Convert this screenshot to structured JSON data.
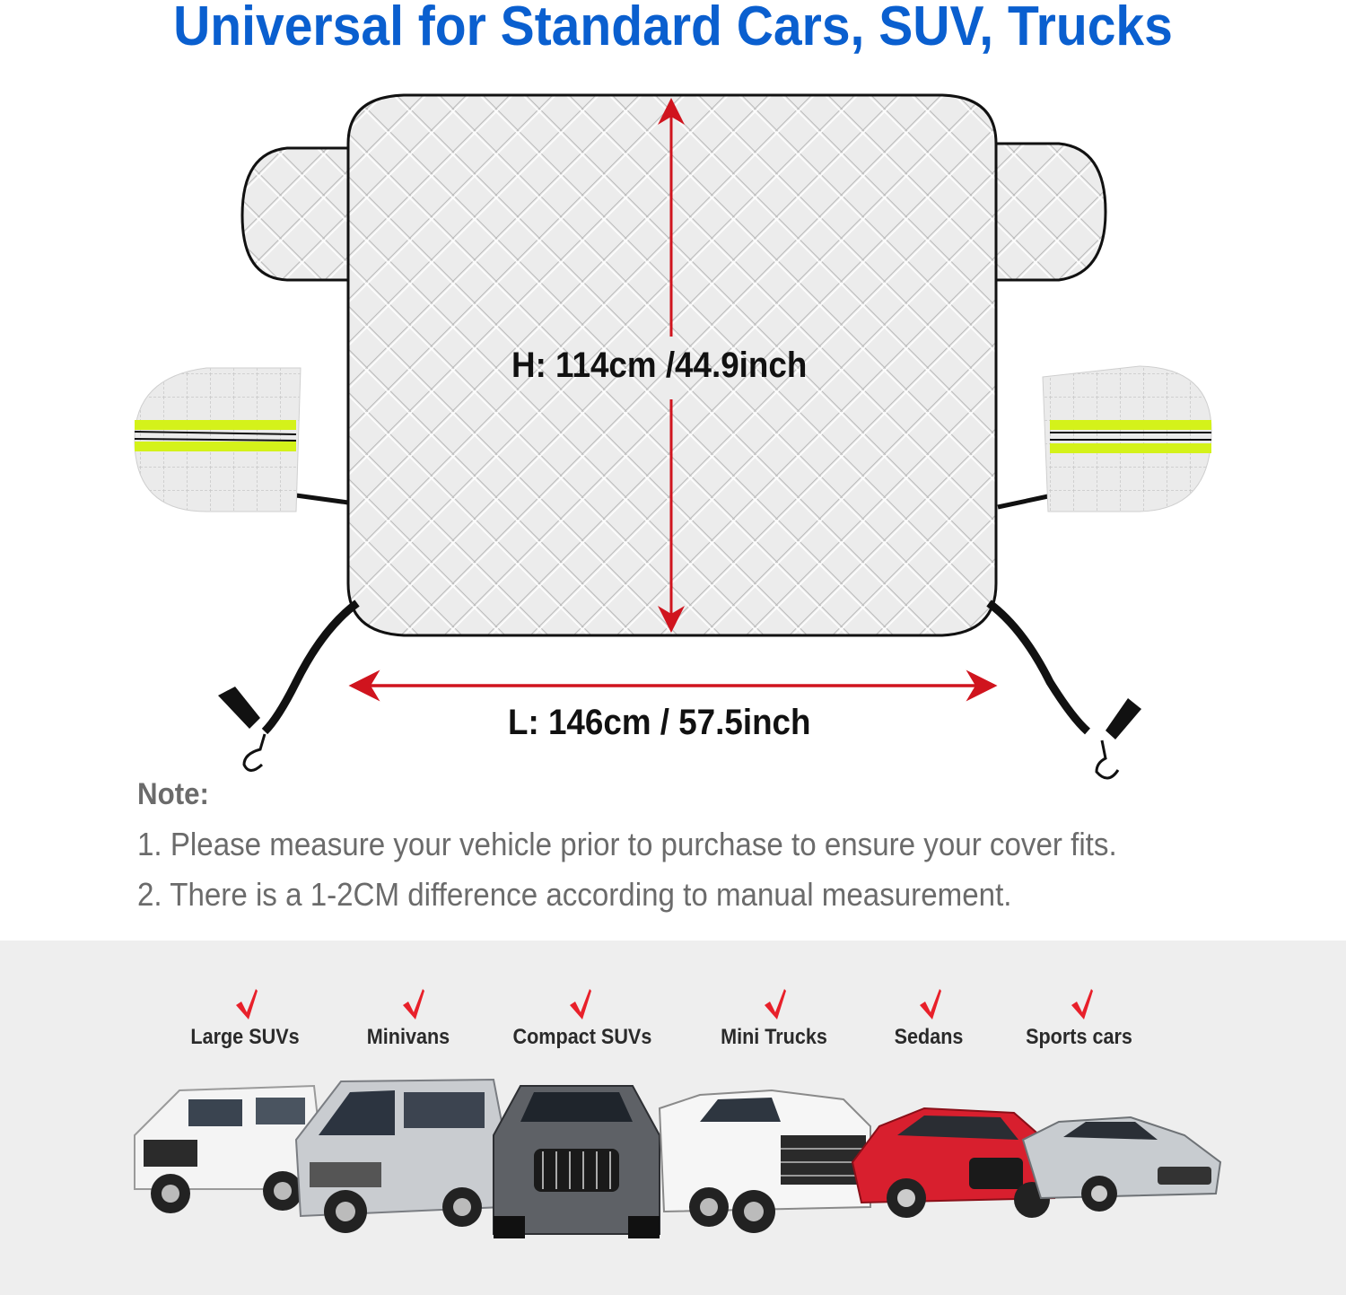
{
  "header": {
    "title": "Universal for Standard Cars, SUV, Trucks",
    "title_color": "#0a5fcf"
  },
  "product_diagram": {
    "height_label": "H: 114cm /44.9inch",
    "length_label": "L: 146cm / 57.5inch",
    "arrow_color": "#d0141e",
    "reflective_stripe_color": "#d4f21a",
    "cover_color": "#e9e9e9"
  },
  "notes": {
    "title": "Note:",
    "items": [
      "1. Please measure your vehicle prior to purchase to ensure your cover fits.",
      "2. There is a 1-2CM difference according to manual measurement."
    ]
  },
  "vehicle_types": [
    {
      "label": "Large SUVs",
      "check": "check-icon"
    },
    {
      "label": "Minivans",
      "check": "check-icon"
    },
    {
      "label": "Compact SUVs",
      "check": "check-icon"
    },
    {
      "label": "Mini Trucks",
      "check": "check-icon"
    },
    {
      "label": "Sedans",
      "check": "check-icon"
    },
    {
      "label": "Sports cars",
      "check": "check-icon"
    }
  ],
  "vehicles_image": {
    "cars": [
      "white-suv",
      "silver-minivan",
      "gray-compact-suv",
      "white-pickup-truck",
      "red-sedan",
      "silver-sports-car"
    ]
  }
}
